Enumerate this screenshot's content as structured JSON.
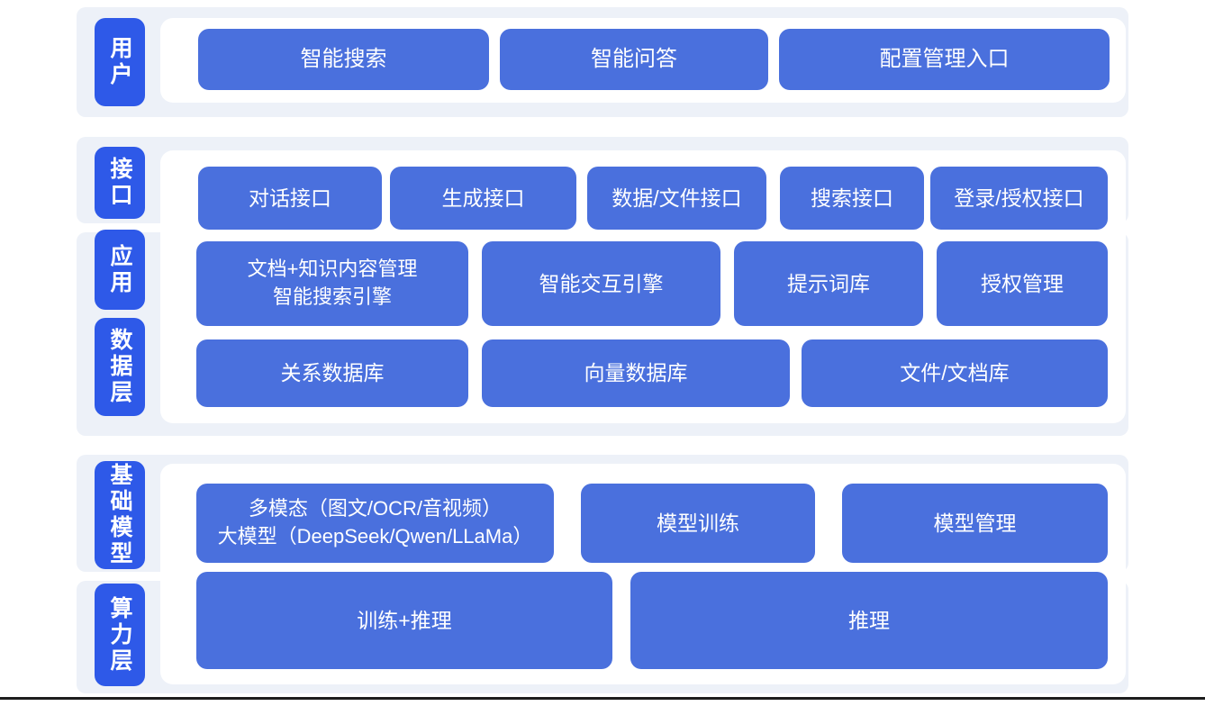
{
  "colors": {
    "page_background": "#ffffff",
    "outer_panel": "#edf1f8",
    "layer_label_blue": "#2e59e8",
    "node_blue": "#4a70dd",
    "node_text": "#ffffff",
    "bottom_rule": "#1c1c1c"
  },
  "layers": {
    "user": {
      "label": "用户",
      "buttons": [
        "智能搜索",
        "智能问答",
        "配置管理入口"
      ]
    },
    "interface": {
      "label": "接口",
      "buttons": [
        "对话接口",
        "生成接口",
        "数据/文件接口",
        "搜索接口",
        "登录/授权接口"
      ]
    },
    "application": {
      "label": "应用",
      "buttons": [
        "文档+知识内容管理\n智能搜索引擎",
        "智能交互引擎",
        "提示词库",
        "授权管理"
      ]
    },
    "data": {
      "label": "数据层",
      "buttons": [
        "关系数据库",
        "向量数据库",
        "文件/文档库"
      ]
    },
    "foundation": {
      "label": "基础模型",
      "buttons": [
        "多模态（图文/OCR/音视频）\n大模型（DeepSeek/Qwen/LLaMa）",
        "模型训练",
        "模型管理"
      ]
    },
    "compute": {
      "label": "算力层",
      "buttons": [
        "训练+推理",
        "推理"
      ]
    }
  }
}
